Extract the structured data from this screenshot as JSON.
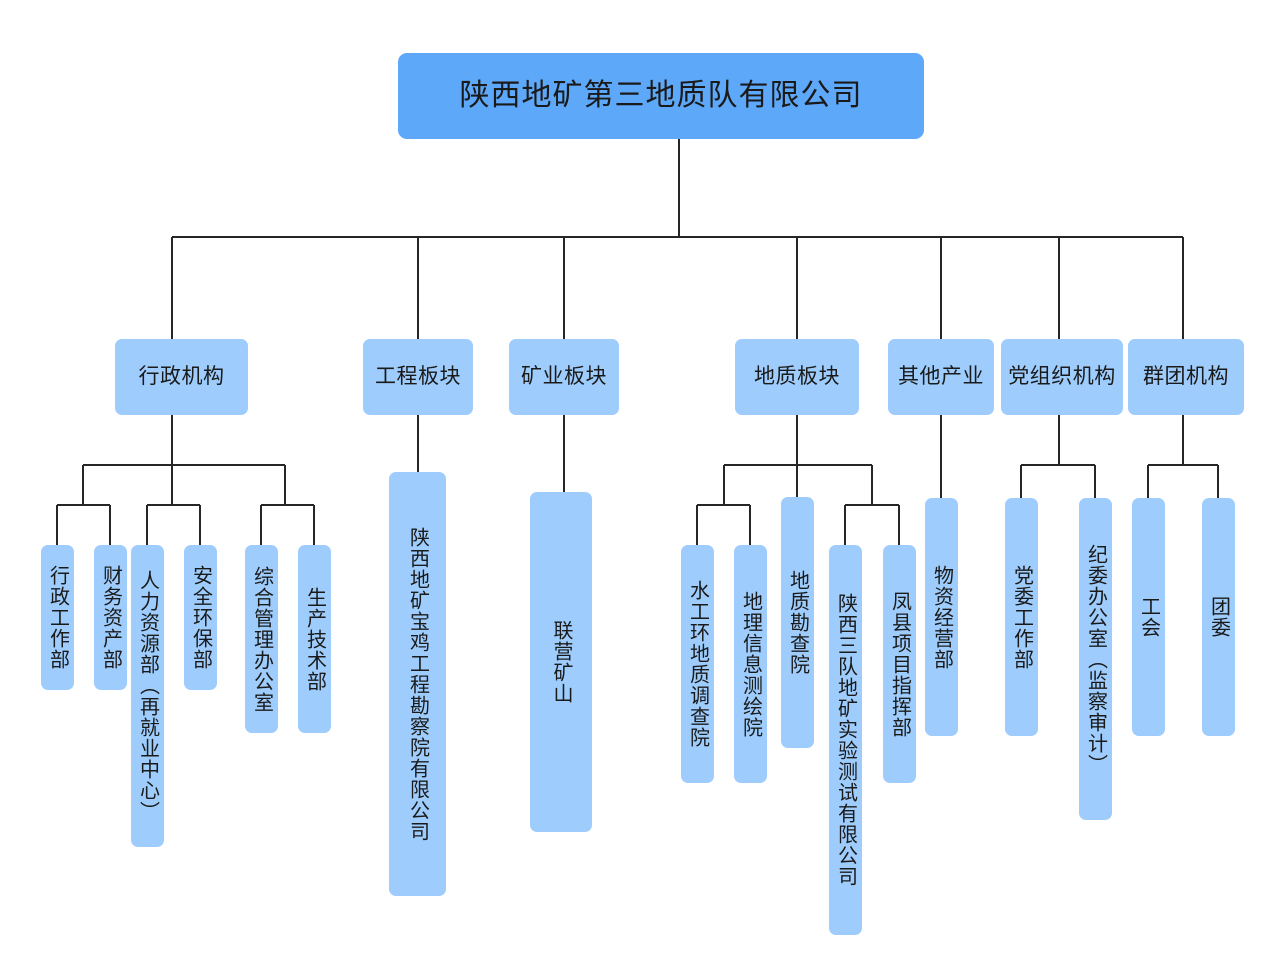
{
  "chart_data": {
    "type": "diagram",
    "subtype": "organization-chart",
    "title": "陕西地矿第三地质队有限公司 组织机构图",
    "orientation": "top-down",
    "colors": {
      "root_fill": "#5EA8FA",
      "node_fill": "#9ECDFD",
      "connector": "#262626",
      "text": "#1a1a1a",
      "background": "#ffffff"
    },
    "root": {
      "label": "陕西地矿第三地质队有限公司",
      "level": 0
    },
    "levels": 3,
    "branches": [
      {
        "label": "行政机构",
        "children": [
          "行政工作部",
          "财务资产部",
          "人力资源部（再就业中心）",
          "安全环保部",
          "综合管理办公室",
          "生产技术部"
        ]
      },
      {
        "label": "工程板块",
        "children": [
          "陕西地矿宝鸡工程勘察院有限公司"
        ]
      },
      {
        "label": "矿业板块",
        "children": [
          "联营矿山"
        ]
      },
      {
        "label": "地质板块",
        "children": [
          "水工环地质调查院",
          "地理信息测绘院",
          "地质勘查院",
          "陕西三队地矿实验测试有限公司",
          "凤县项目指挥部"
        ]
      },
      {
        "label": "其他产业",
        "children": [
          "物资经营部"
        ]
      },
      {
        "label": "党组织机构",
        "children": [
          "党委工作部",
          "纪委办公室（监察审计）"
        ]
      },
      {
        "label": "群团机构",
        "children": [
          "工会",
          "团委"
        ]
      }
    ]
  },
  "nodes": {
    "root": "陕西地矿第三地质队有限公司",
    "b0": "行政机构",
    "b1": "工程板块",
    "b2": "矿业板块",
    "b3": "地质板块",
    "b4": "其他产业",
    "b5": "党组织机构",
    "b6": "群团机构",
    "l00": "行政工作部",
    "l01": "财务资产部",
    "l02": "人力资源部（再就业中心）",
    "l03": "安全环保部",
    "l04": "综合管理办公室",
    "l05": "生产技术部",
    "l10": "陕西地矿宝鸡工程勘察院有限公司",
    "l20": "联营矿山",
    "l30": "水工环地质调查院",
    "l31": "地理信息测绘院",
    "l32": "地质勘查院",
    "l33": "陕西三队地矿实验测试有限公司",
    "l34": "凤县项目指挥部",
    "l40": "物资经营部",
    "l50": "党委工作部",
    "l51": "纪委办公室（监察审计）",
    "l60": "工会",
    "l61": "团委"
  }
}
